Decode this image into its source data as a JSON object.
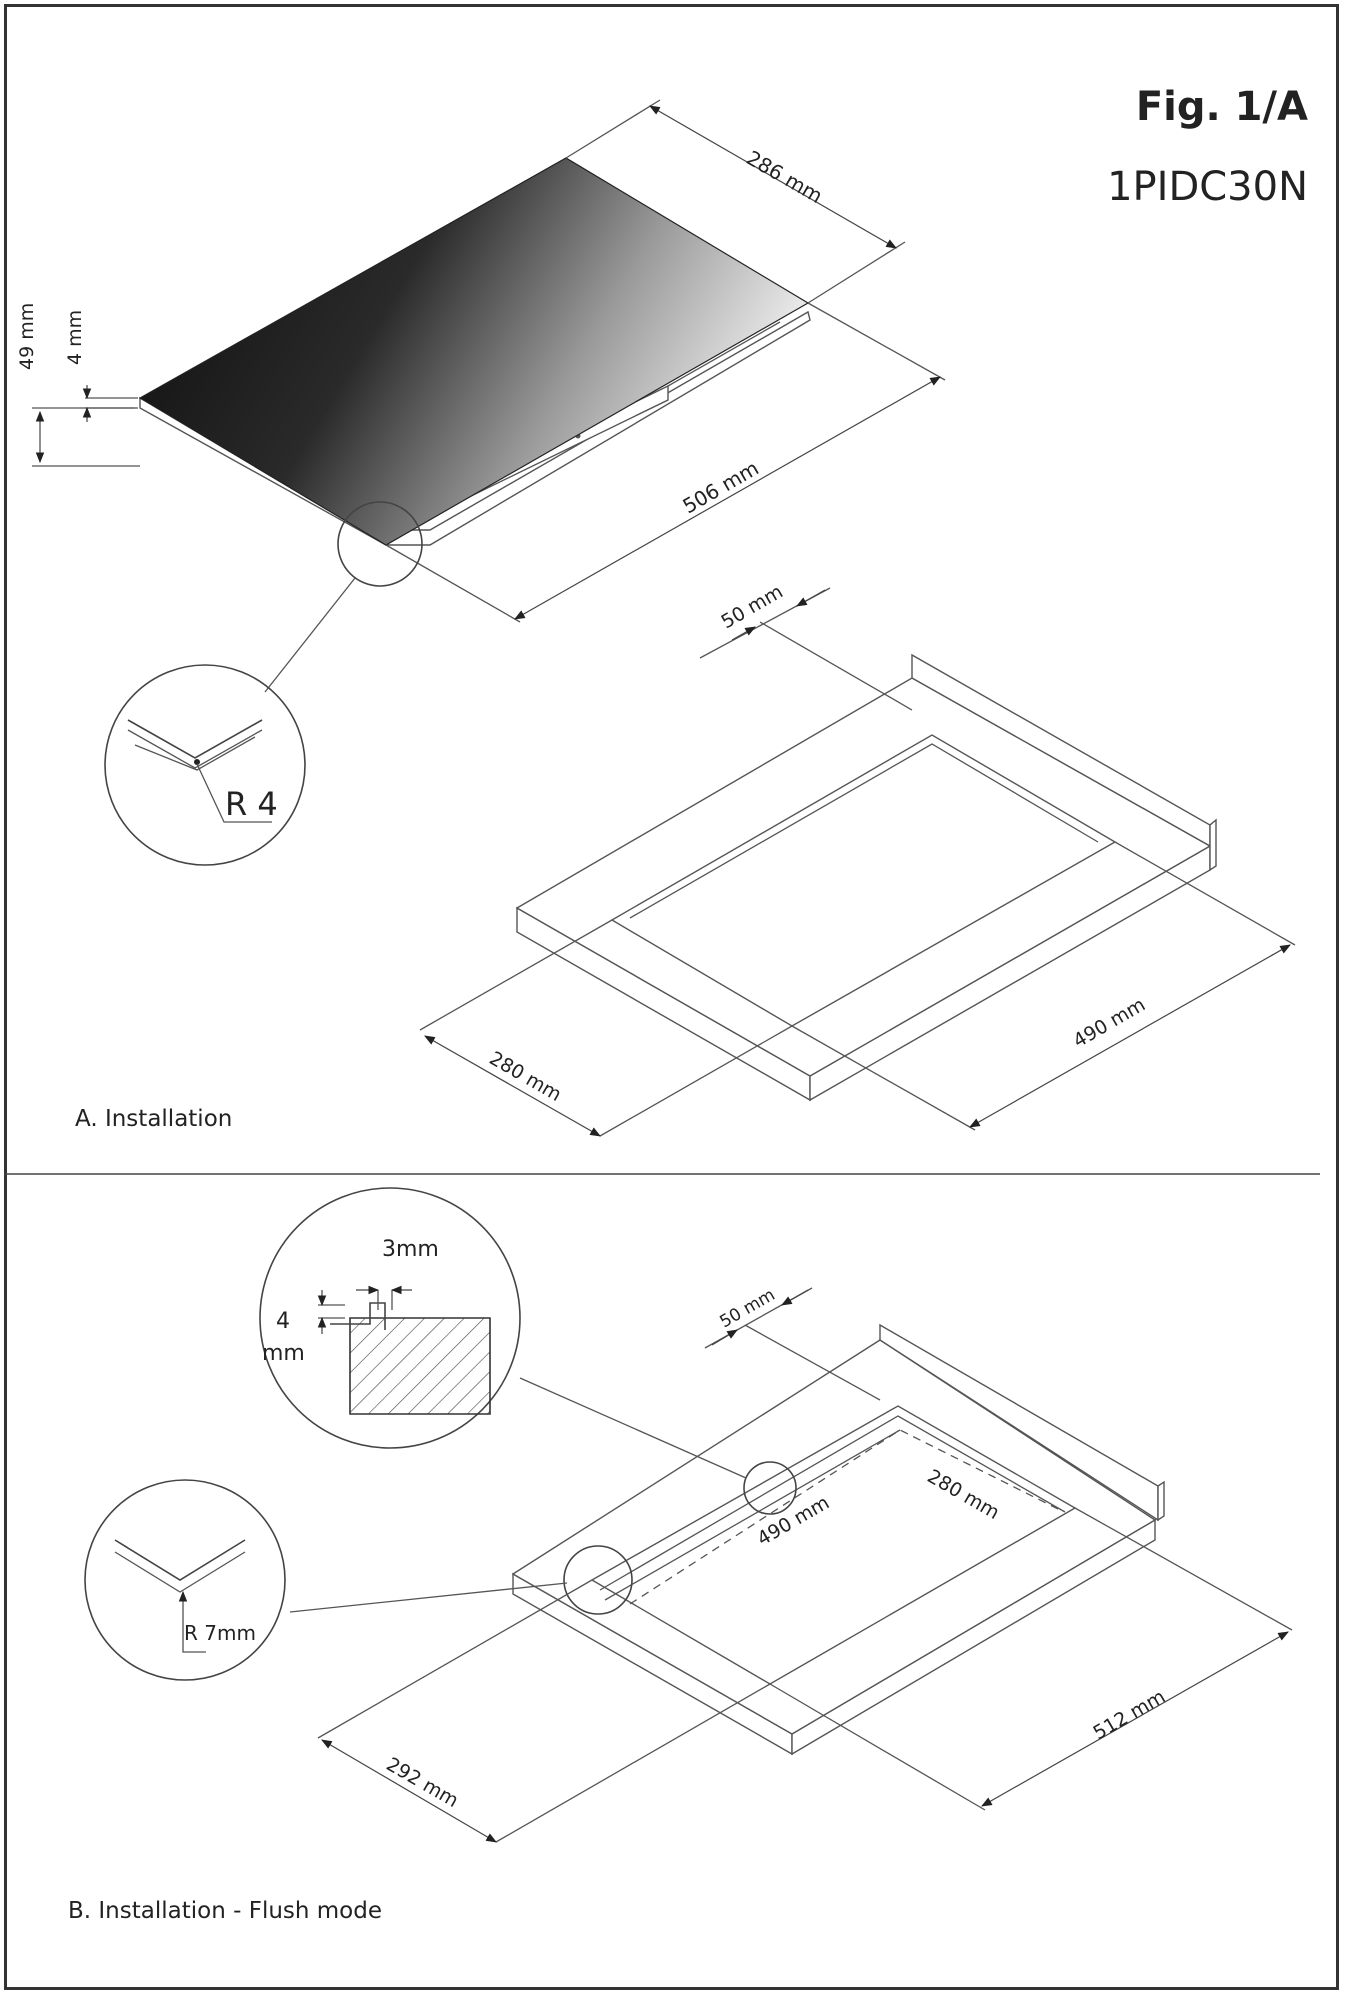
{
  "header": {
    "figure_label": "Fig. 1/A",
    "model": "1PIDC30N"
  },
  "section_a": {
    "caption": "A. Installation",
    "hob_depth": "286 mm",
    "hob_width": "506 mm",
    "total_height": "49 mm",
    "glass_thickness": "4 mm",
    "corner_radius": "R 4",
    "cutout_offset": "50 mm",
    "cutout_depth": "280 mm",
    "cutout_width": "490 mm"
  },
  "section_b": {
    "caption": "B. Installation - Flush mode",
    "rebate_gap": "3mm",
    "rebate_depth_value": "4",
    "rebate_depth_unit": "mm",
    "corner_radius": "R 7mm",
    "cutout_offset": "50 mm",
    "inner_depth": "280 mm",
    "inner_width": "490 mm",
    "outer_depth": "292 mm",
    "outer_width": "512 mm"
  }
}
